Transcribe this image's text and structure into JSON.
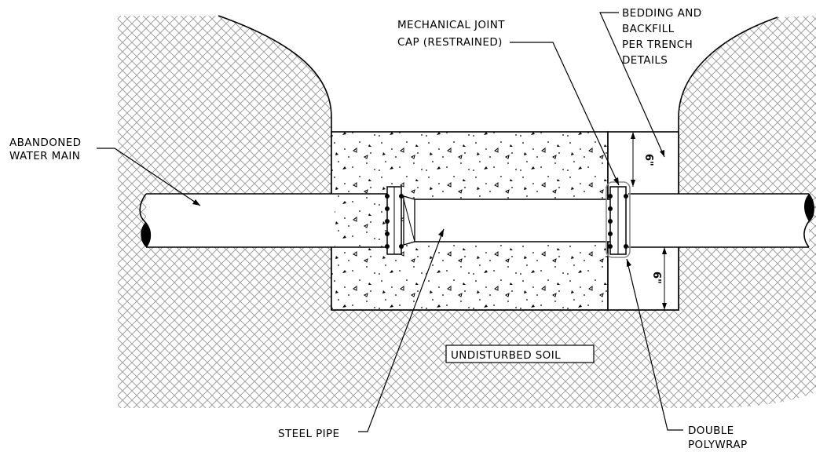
{
  "labels": {
    "abandoned_line1": "ABANDONED",
    "abandoned_line2": "WATER MAIN",
    "mj_line1": "MECHANICAL JOINT",
    "mj_line2": "CAP (RESTRAINED)",
    "bedding_line1": "BEDDING AND",
    "bedding_line2": "BACKFILL",
    "bedding_line3": "PER TRENCH",
    "bedding_line4": "DETAILS",
    "undisturbed": "UNDISTURBED SOIL",
    "steel_pipe": "STEEL PIPE",
    "polywrap_line1": "DOUBLE",
    "polywrap_line2": "POLYWRAP"
  },
  "dimensions": {
    "top_clearance": "6\"",
    "bottom_clearance": "6\""
  }
}
